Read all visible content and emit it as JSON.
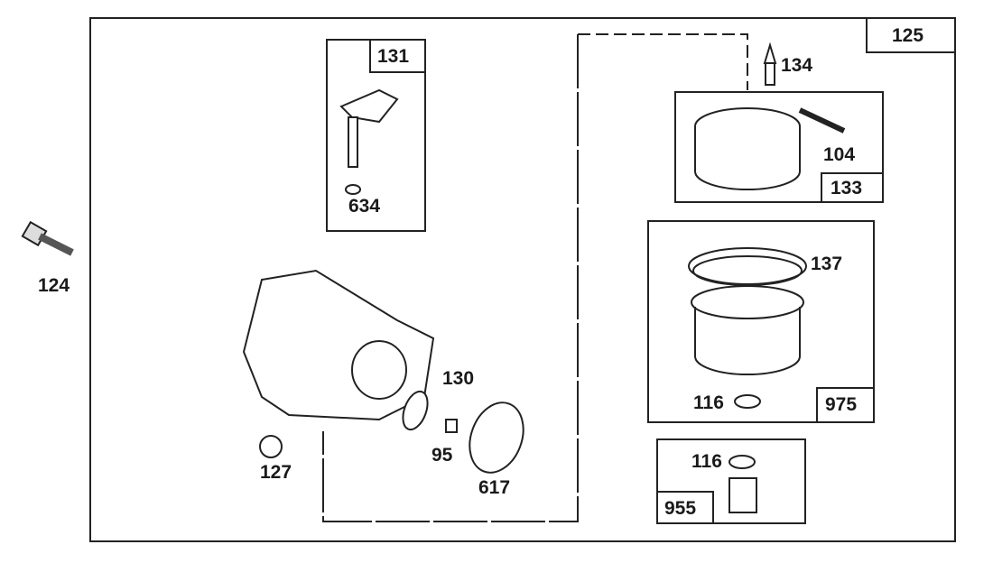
{
  "diagram": {
    "main_assembly_label": "125",
    "boxes": {
      "box_131": {
        "label": "131",
        "parts": [
          "634"
        ]
      },
      "box_133": {
        "label": "133",
        "parts": [
          "104"
        ]
      },
      "box_975": {
        "label": "975",
        "parts": [
          "137",
          "116"
        ]
      },
      "box_955": {
        "label": "955",
        "parts": [
          "116"
        ]
      }
    },
    "callouts": {
      "bolt": "124",
      "needle": "134",
      "pin": "104",
      "float_bowl_gasket": "137",
      "washer_975": "116",
      "washer_955": "116",
      "plug": "127",
      "diaphragm": "130",
      "screw": "95",
      "o_ring": "617",
      "seat": "634"
    }
  }
}
